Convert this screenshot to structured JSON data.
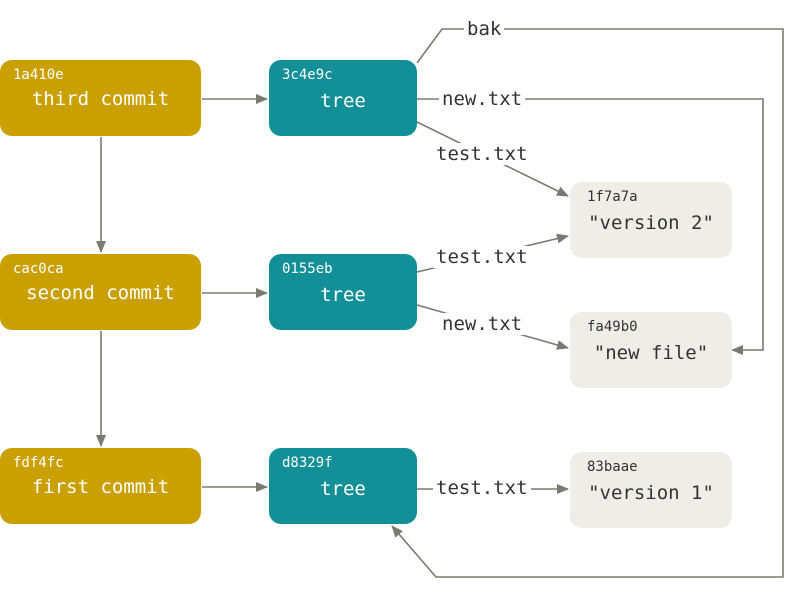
{
  "colors": {
    "commit": "#c9a000",
    "tree": "#138f97",
    "blob": "#eeede8",
    "arrow": "#7a7a70",
    "text_dark": "#333333"
  },
  "commits": [
    {
      "hash": "1a410e",
      "label": "third commit"
    },
    {
      "hash": "cac0ca",
      "label": "second commit"
    },
    {
      "hash": "fdf4fc",
      "label": "first commit"
    }
  ],
  "trees": [
    {
      "hash": "3c4e9c",
      "label": "tree"
    },
    {
      "hash": "0155eb",
      "label": "tree"
    },
    {
      "hash": "d8329f",
      "label": "tree"
    }
  ],
  "blobs": [
    {
      "hash": "1f7a7a",
      "label": "\"version 2\""
    },
    {
      "hash": "fa49b0",
      "label": "\"new file\""
    },
    {
      "hash": "83baae",
      "label": "\"version 1\""
    }
  ],
  "edges": {
    "bak": "bak",
    "tree1_new": "new.txt",
    "tree1_test": "test.txt",
    "tree2_test": "test.txt",
    "tree2_new": "new.txt",
    "tree3_test": "test.txt"
  }
}
